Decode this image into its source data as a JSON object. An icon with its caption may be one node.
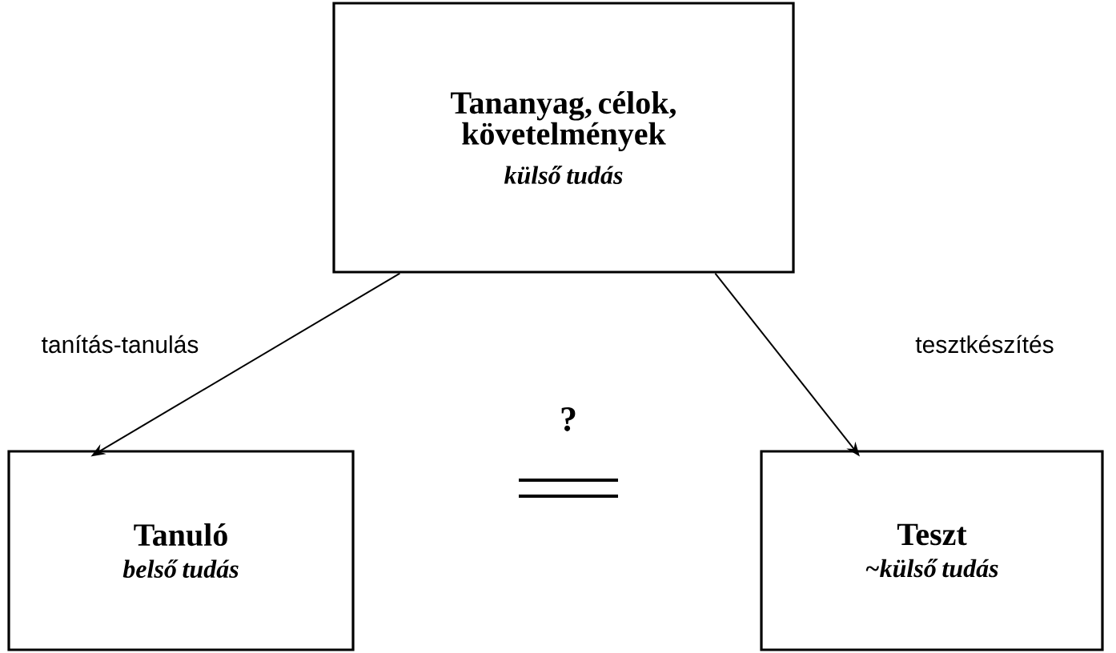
{
  "diagram": {
    "nodes": [
      {
        "text": [
          "Tananyag, célok, követelmények",
          "külső tudás"
        ]
      },
      {
        "text": [
          "Tanuló",
          "belső tudás"
        ]
      },
      {
        "text": [
          "Teszt",
          "~külső tudás"
        ]
      }
    ],
    "edges": [
      {
        "from": 0,
        "to": 1,
        "arrow": "to",
        "label": "tanítás-tanulás"
      },
      {
        "from": 0,
        "to": 2,
        "arrow": "to",
        "label": "tesztkészítés"
      }
    ],
    "labels": [
      "?"
    ]
  }
}
